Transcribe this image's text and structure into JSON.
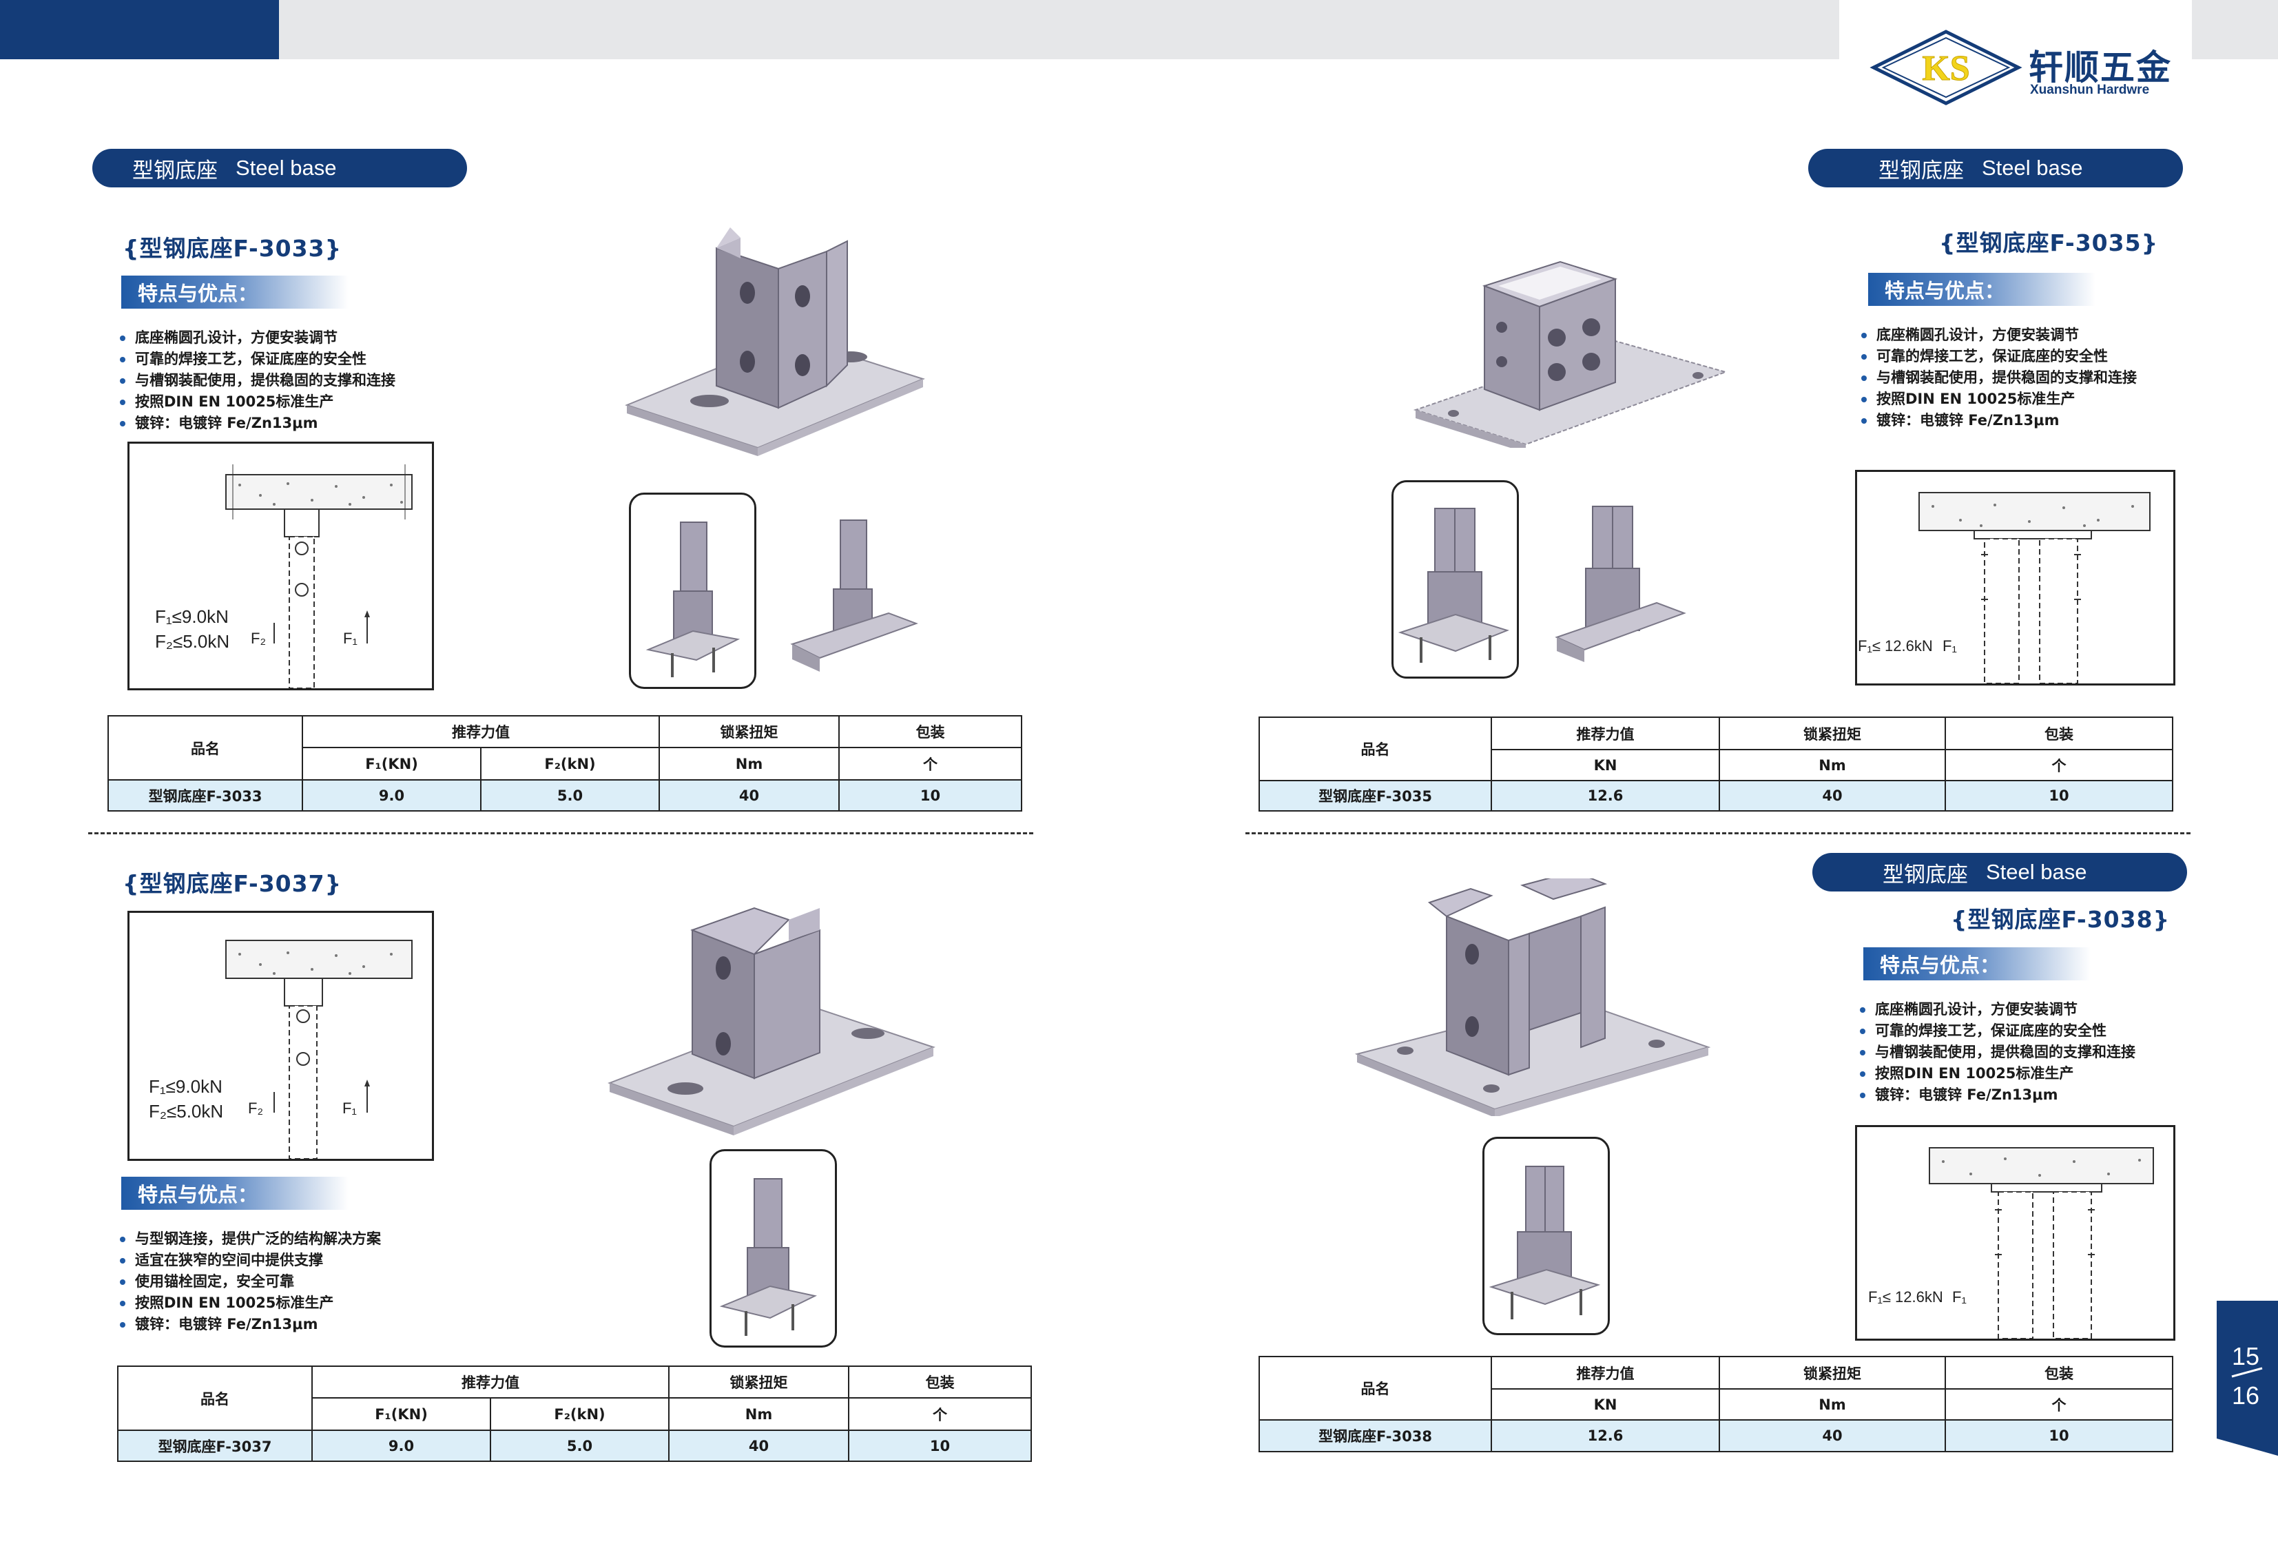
{
  "brand": {
    "logo_letters": "KS",
    "name_cn": "轩顺五金",
    "name_en": "Xuanshun Hardwre"
  },
  "section_title": {
    "cn": "型钢底座",
    "en": "Steel base"
  },
  "features_heading": "特点与优点：",
  "features_standard": [
    "底座椭圆孔设计，方便安装调节",
    "可靠的焊接工艺，保证底座的安全性",
    "与槽钢装配使用，提供稳固的支撑和连接",
    "按照DIN EN 10025标准生产",
    "镀锌：电镀锌 Fe/Zn13μm"
  ],
  "features_3037": [
    "与型钢连接，提供广泛的结构解决方案",
    "适宜在狭窄的空间中提供支撑",
    "使用锚栓固定，安全可靠",
    "按照DIN EN 10025标准生产",
    "镀锌：电镀锌 Fe/Zn13μm"
  ],
  "table_headers": {
    "name": "品名",
    "force": "推荐力值",
    "torque": "锁紧扭矩",
    "pack": "包装",
    "f1": "F₁(KN)",
    "f2": "F₂(kN)",
    "kn": "KN",
    "nm": "Nm",
    "unit": "个"
  },
  "products": {
    "f3033": {
      "title": "{型钢底座F-3033}",
      "name": "型钢底座F-3033",
      "f1": "9.0",
      "f2": "5.0",
      "torque": "40",
      "pack": "10",
      "force_line1": "F₁≤9.0kN",
      "force_line2": "F₂≤5.0kN",
      "label_f2": "F₂",
      "label_f1": "F₁"
    },
    "f3035": {
      "title": "{型钢底座F-3035}",
      "name": "型钢底座F-3035",
      "kn": "12.6",
      "torque": "40",
      "pack": "10",
      "force_line": "F₁≤ 12.6kN",
      "label_f1": "F₁"
    },
    "f3037": {
      "title": "{型钢底座F-3037}",
      "name": "型钢底座F-3037",
      "f1": "9.0",
      "f2": "5.0",
      "torque": "40",
      "pack": "10",
      "force_line1": "F₁≤9.0kN",
      "force_line2": "F₂≤5.0kN",
      "label_f2": "F₂",
      "label_f1": "F₁"
    },
    "f3038": {
      "title": "{型钢底座F-3038}",
      "name": "型钢底座F-3038",
      "kn": "12.6",
      "torque": "40",
      "pack": "10",
      "force_line": "F₁≤ 12.6kN",
      "label_f1": "F₁"
    }
  },
  "page_numbers": {
    "left": "15",
    "right": "16"
  },
  "colors": {
    "navy": "#143c78",
    "accent": "#1f5aa6",
    "table_row": "#dceef8",
    "metal": "#9e9aa8"
  }
}
